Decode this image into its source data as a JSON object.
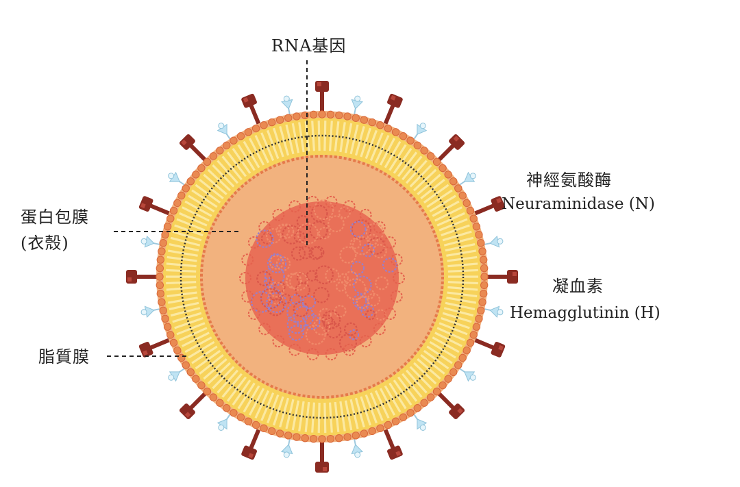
{
  "labels": {
    "rna_gene": "RNA基因",
    "protein_capsid_line1": "蛋白包膜",
    "protein_capsid_line2": "(衣殼)",
    "lipid_membrane": "脂質膜",
    "neuraminidase_zh": "神經氨酸酶",
    "neuraminidase_en": "Neuraminidase (N)",
    "hemagglutinin_zh": "凝血素",
    "hemagglutinin_en": "Hemagglutinin (H)"
  },
  "colors": {
    "outer_bead": "#e98a52",
    "lipid_band": "#f7d25a",
    "lipid_tail": "#fbe9a2",
    "capsid": "#f2b27e",
    "core": "#e86a55",
    "core_accent": "#9b7fc7",
    "hemagglutinin": "#8a2b22",
    "neuraminidase": "#bfe3f3",
    "leader_line": "#222222"
  },
  "icons": {
    "hemagglutinin_spike": "red-mushroom-spike",
    "neuraminidase_spike": "light-blue-pin-spike"
  }
}
